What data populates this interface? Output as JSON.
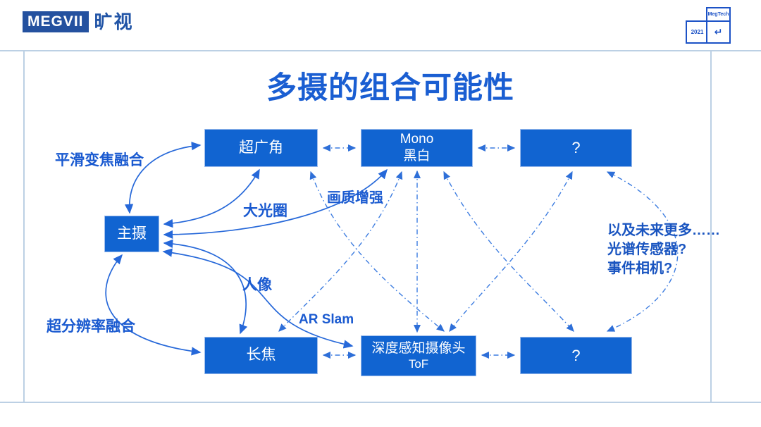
{
  "header": {
    "logo_text": "MEGVII",
    "logo_cn": "旷视",
    "badge": {
      "brand": "MegTech",
      "year": "2021",
      "arrow": "↵"
    }
  },
  "title": "多摄的组合可能性",
  "diagram": {
    "nodes": {
      "ultrawide": "超广角",
      "mono_line1": "Mono",
      "mono_line2": "黑白",
      "question_top": "?",
      "main": "主摄",
      "tele": "长焦",
      "depth_line1": "深度感知摄像头",
      "depth_line2": "ToF",
      "question_bottom": "?"
    },
    "labels": {
      "smooth_zoom": "平滑变焦融合",
      "aperture": "大光圈",
      "quality": "画质增强",
      "portrait": "人像",
      "ar_slam": "AR Slam",
      "super_res": "超分辨率融合"
    },
    "future": [
      "以及未来更多……",
      "光谱传感器?",
      "事件相机?"
    ]
  },
  "colors": {
    "node_fill": "#1164d1",
    "title_text": "#1a5ed2",
    "label_text": "#1a5ad0",
    "solid_arrow": "#2668d9",
    "dash_arrow": "#3c7ce0",
    "frame_line": "#bcd0e4",
    "logo_fill": "#24519f",
    "badge_line": "#1c52c6"
  }
}
